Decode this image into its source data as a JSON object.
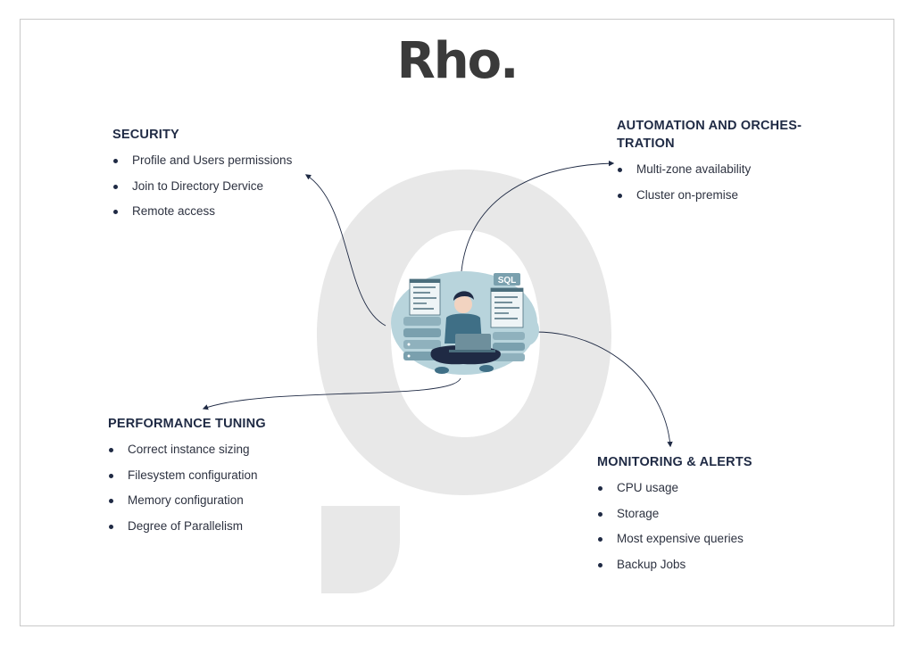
{
  "logo": "Rho.",
  "colors": {
    "text": "#1f2a44",
    "accent_shape": "#e8e8e8",
    "illustration_blob": "#b8d4dc",
    "shirt": "#3f6f86"
  },
  "sections": {
    "security": {
      "title": "SECURITY",
      "items": [
        "Profile and Users permissions",
        "Join to Directory Dervice",
        "Remote access"
      ]
    },
    "automation": {
      "title_line1": "AUTOMATION AND ORCHES-",
      "title_line2": "TRATION",
      "items": [
        "Multi-zone availability",
        "Cluster on-premise"
      ]
    },
    "performance": {
      "title": "PERFORMANCE TUNING",
      "items": [
        "Correct instance sizing",
        "Filesystem configuration",
        "Memory configuration",
        "Degree of Parallelism"
      ]
    },
    "monitoring": {
      "title": "MONITORING & ALERTS",
      "items": [
        "CPU usage",
        "Storage",
        "Most expensive queries",
        "Backup Jobs"
      ]
    }
  },
  "illustration": {
    "badge": "SQL"
  }
}
